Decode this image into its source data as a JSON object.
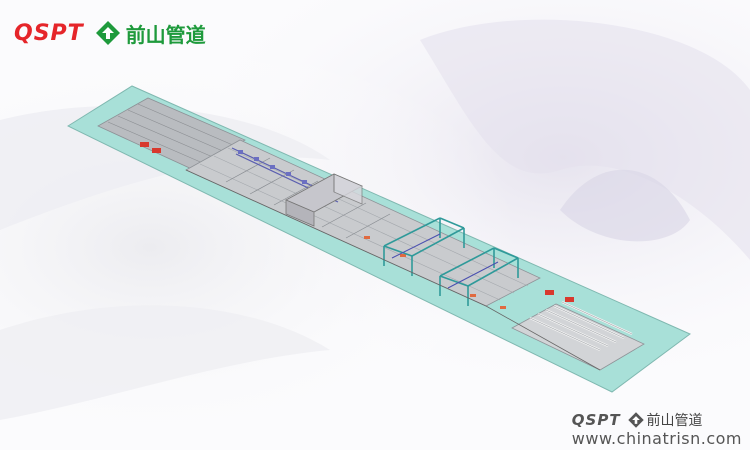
{
  "brand": {
    "latin": "QSPT",
    "chinese": "前山管道",
    "accent_red": "#e5252a",
    "accent_green": "#1e9a3c"
  },
  "watermark": {
    "latin": "QSPT",
    "chinese": "前山管道",
    "url": "www.chinatrisn.com"
  },
  "scene": {
    "platform_color": "#a8e0d8",
    "background_color": "#ffffff",
    "icon": "factory-line-render"
  }
}
